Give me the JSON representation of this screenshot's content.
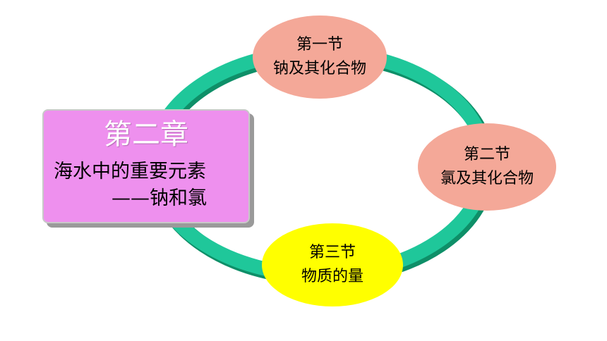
{
  "chapter": {
    "title": "第二章",
    "subtitle_line1": "海水中的重要元素",
    "subtitle_line2": "——钠和氯",
    "box_color": "#ee90ee"
  },
  "sections": [
    {
      "heading": "第一节",
      "name": "钠及其化合物",
      "color": "#f4a898"
    },
    {
      "heading": "第二节",
      "name": "氯及其化合物",
      "color": "#f4a898"
    },
    {
      "heading": "第三节",
      "name": "物质的量",
      "color": "#ffff00"
    }
  ],
  "ring_color": "#1fc79a",
  "ring_edge_color": "#0e8f68"
}
